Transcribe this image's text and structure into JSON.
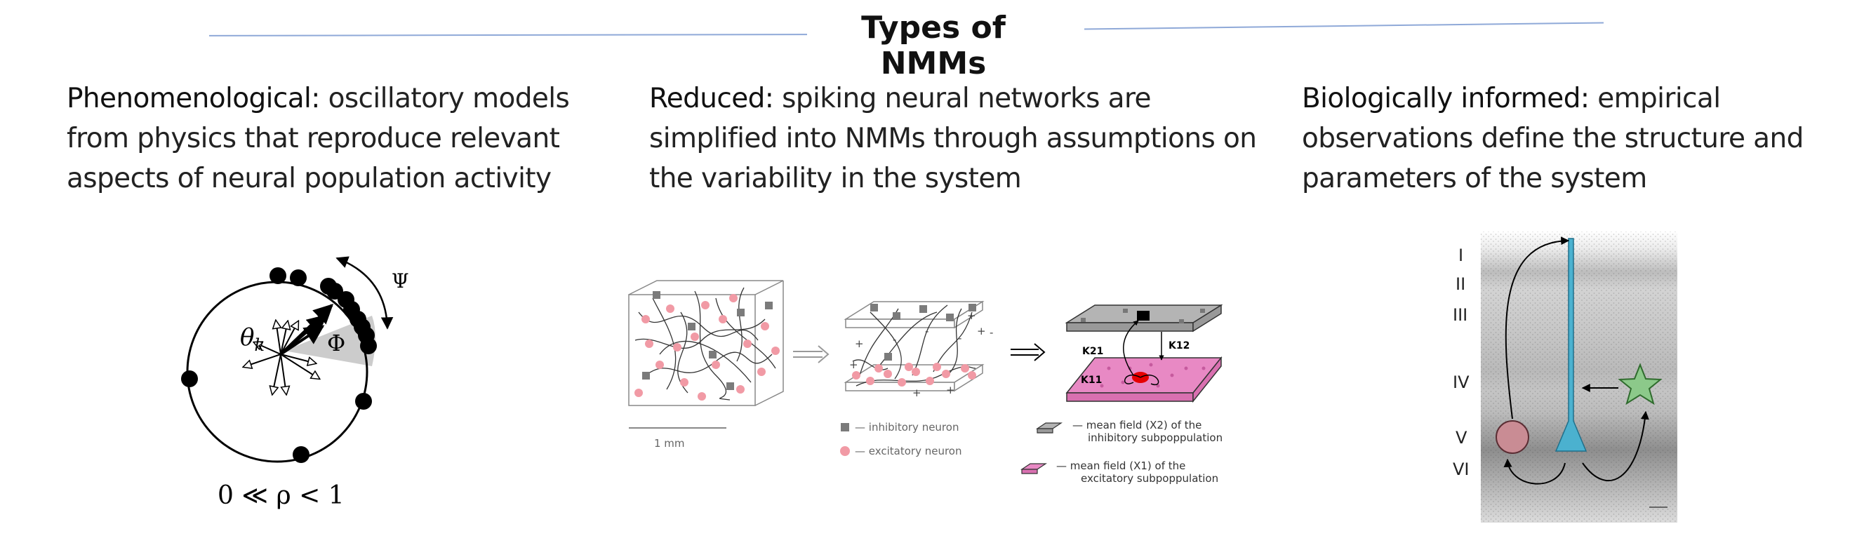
{
  "title": "Types of NMMs",
  "colors": {
    "title_line": "#8fa9d8",
    "excitatory": "#f19aa5",
    "inhibitory": "#7b7b7b",
    "dendrite": "#4bb1cf",
    "interneuron": "#8cc98a",
    "mean_field_excitatory": "#e889c4",
    "mean_field_inhibitory": "#b4b4b4"
  },
  "columns": [
    {
      "heading": "Phenomenological:",
      "description": " oscillatory models from physics that reproduce relevant aspects of neural population activity"
    },
    {
      "heading": "Reduced:",
      "description": " spiking neural networks are simplified into NMMs through assumptions on the variability in the system"
    },
    {
      "heading": "Biologically informed:",
      "description": " empirical observations define the structure and parameters of the system"
    }
  ],
  "phenomenological_figure": {
    "theta_label": "θ",
    "theta_subscript": "k",
    "phi_label": "Φ",
    "psi_label": "Ψ",
    "condition": "0 ≪ ρ < 1"
  },
  "reduced_figure": {
    "scale_label": "1 mm",
    "legend_inhibitory": "inhibitory neuron",
    "legend_excitatory": "excitatory neuron",
    "coupling_k21": "K21",
    "coupling_k12": "K12",
    "coupling_k11": "K11",
    "mean_field_inhibitory_line1": "mean field  (X2)  of the",
    "mean_field_inhibitory_line2": "inhibitory subpoppulation",
    "mean_field_excitatory_line1": "mean field  (X1)  of the",
    "mean_field_excitatory_line2": "excitatory subpoppulation"
  },
  "bio_figure": {
    "layers": [
      "I",
      "II",
      "III",
      "IV",
      "V",
      "VI"
    ]
  }
}
